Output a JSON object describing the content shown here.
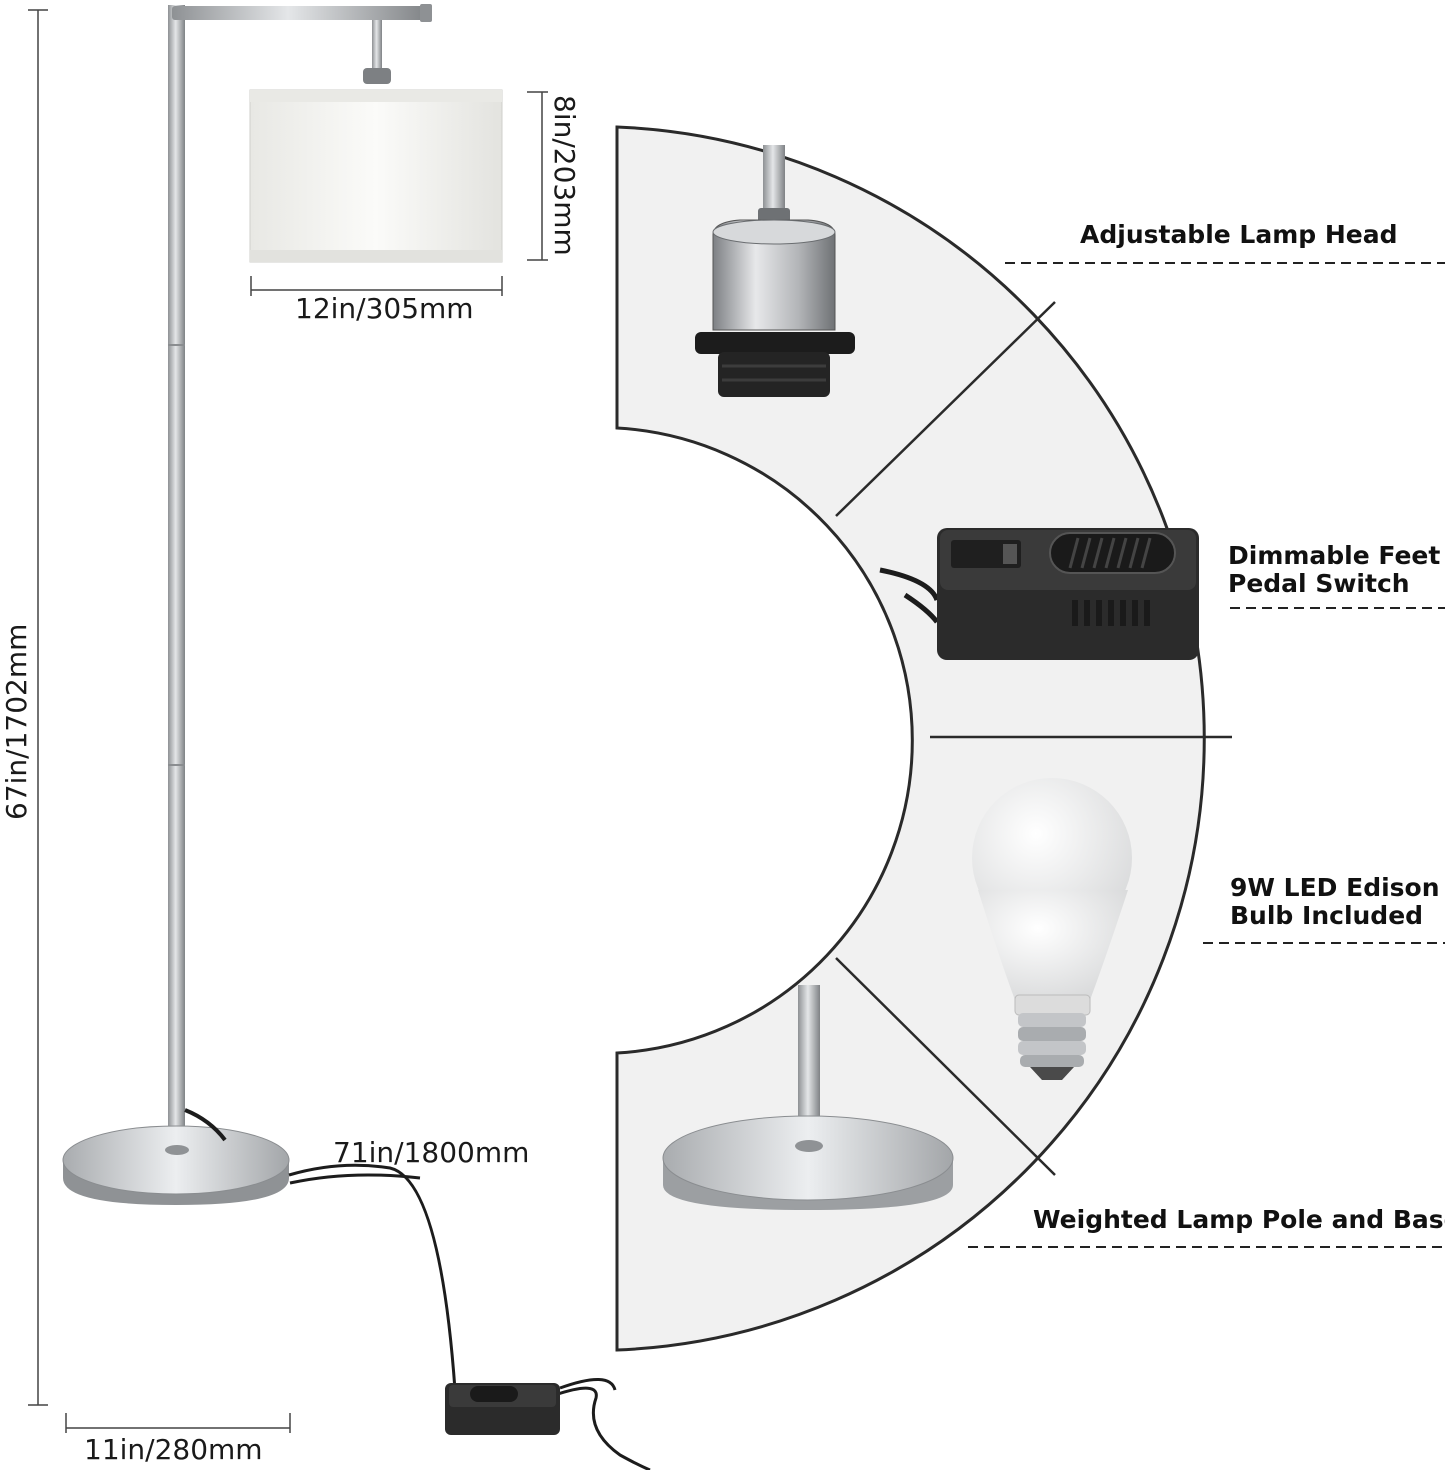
{
  "dimensions": {
    "height": "67in/1702mm",
    "shade_height": "8in/203mm",
    "shade_width": "12in/305mm",
    "cord_length": "71in/1800mm",
    "base_width": "11in/280mm"
  },
  "features": [
    {
      "lines": [
        "Adjustable Lamp Head"
      ],
      "icon": "lamp-socket-icon"
    },
    {
      "lines": [
        "Dimmable Feet",
        "Pedal Switch"
      ],
      "icon": "foot-pedal-switch-icon"
    },
    {
      "lines": [
        "9W LED Edison",
        "Bulb Included"
      ],
      "icon": "led-bulb-icon"
    },
    {
      "lines": [
        "Weighted Lamp Pole and Base"
      ],
      "icon": "lamp-base-icon"
    }
  ],
  "colors": {
    "panel": "#f1f1f1",
    "outline": "#2a2a2a",
    "metal": "#c9cbcd",
    "shade": "#f7f7f5",
    "switch": "#2b2b2b"
  }
}
